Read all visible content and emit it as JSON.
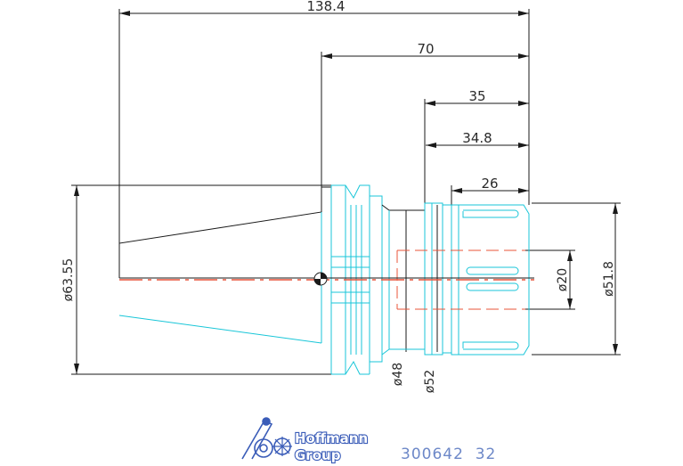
{
  "dimensions": {
    "overall_length": "138.4",
    "flange_to_end": "70",
    "nut_section": "35",
    "nut_section_inner": "34.8",
    "nut_length": "26",
    "taper_diameter": "ø63.55",
    "body_diameter": "ø48",
    "collar_diameter": "ø52",
    "bore_diameter": "ø20",
    "nut_diameter": "ø51.8"
  },
  "logo": {
    "line1": "Hoffmann",
    "line2": "Group"
  },
  "part_number": "300642  32",
  "colors": {
    "outline": "#1a1a1a",
    "part": "#19c6d8",
    "centerline": "#e8543a",
    "hidden": "#e8543a",
    "brand": "#3a5cb8",
    "part_number": "#6d88c8"
  }
}
